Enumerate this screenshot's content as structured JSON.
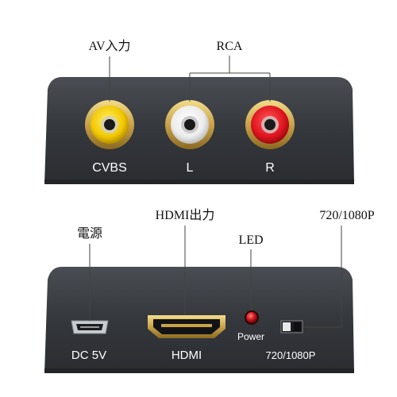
{
  "callouts": {
    "av_input": "AV入力",
    "rca": "RCA",
    "hdmi_output": "HDMI出力",
    "power": "電源",
    "led": "LED",
    "resolution_switch": "720/1080P"
  },
  "top_panel": {
    "cvbs_label": "CVBS",
    "left_label": "L",
    "right_label": "R"
  },
  "bottom_panel": {
    "dc_label": "DC 5V",
    "hdmi_label": "HDMI",
    "power_label": "Power",
    "switch_label": "720/1080P"
  },
  "colors": {
    "device_body": "#3a3d42",
    "jack_yellow": "#f2c800",
    "jack_white": "#f3f3f3",
    "jack_red": "#e0141e",
    "led_red": "#d0141a",
    "hdmi_gold": "#c9a24a"
  }
}
